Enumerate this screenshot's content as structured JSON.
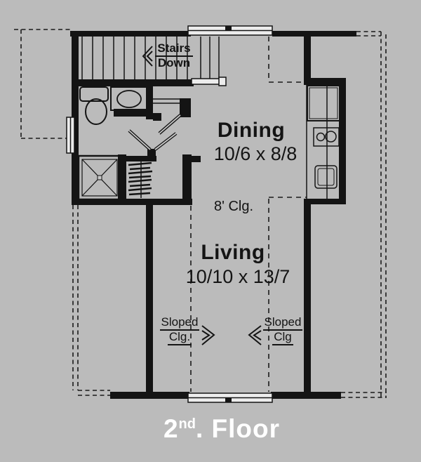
{
  "colors": {
    "background": "#bbbbbb",
    "wall": "#141414",
    "window_fill": "#ececec",
    "title_text": "#ffffff"
  },
  "plan": {
    "stairs": {
      "line1": "Stairs",
      "line2": "Down",
      "arrow_icon": "arrow-left"
    },
    "dining": {
      "name": "Dining",
      "dimensions": "10/6 x 8/8"
    },
    "hall": {
      "ceiling_note": "8' Clg."
    },
    "living": {
      "name": "Living",
      "dimensions": "10/10 x 13/7"
    },
    "sloped_left": {
      "line1": "Sloped",
      "line2": "Clg.",
      "arrow_icon": "arrow-right"
    },
    "sloped_right": {
      "line1": "Sloped",
      "line2": "Clg",
      "arrow_icon": "arrow-left"
    }
  },
  "title": {
    "number": "2",
    "ordinal": "nd",
    "rest": ". Floor"
  }
}
